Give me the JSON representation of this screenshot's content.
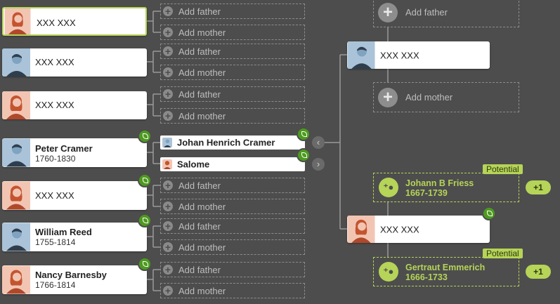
{
  "colors": {
    "background": "#4d4d4d",
    "accent_green": "#b6d458",
    "leaf_green": "#4e9a1f",
    "dashed_border": "#8c8c8c",
    "female_avatar": "#f2c5b3",
    "male_avatar": "#aac3d8"
  },
  "left_people": [
    {
      "name": "XXX XXX",
      "dates": "",
      "gender": "female",
      "selected": true,
      "add_father": "Add father",
      "add_mother": "Add mother"
    },
    {
      "name": "XXX XXX",
      "dates": "",
      "gender": "male",
      "add_father": "Add father",
      "add_mother": "Add mother"
    },
    {
      "name": "XXX XXX",
      "dates": "",
      "gender": "female",
      "add_father": "Add father",
      "add_mother": "Add mother"
    },
    {
      "name": "Peter Cramer",
      "dates": "1760-1830",
      "gender": "male",
      "hint_icon": "leaf-hint-icon"
    },
    {
      "name": "XXX XXX",
      "dates": "",
      "gender": "female",
      "hint_icon": "leaf-hint-icon",
      "add_father": "Add father",
      "add_mother": "Add mother"
    },
    {
      "name": "William Reed",
      "dates": "1755-1814",
      "gender": "male",
      "hint_icon": "leaf-hint-icon",
      "add_father": "Add father",
      "add_mother": "Add mother"
    },
    {
      "name": "Nancy Barnesby",
      "dates": "1766-1814",
      "gender": "female",
      "hint_icon": "leaf-hint-icon",
      "add_father": "Add father",
      "add_mother": "Add mother"
    }
  ],
  "children_of_peter": [
    {
      "name": "Johan Henrich Cramer",
      "gender": "male",
      "hint_icon": "leaf-hint-icon"
    },
    {
      "name": "Salome",
      "gender": "female",
      "hint_icon": "leaf-hint-icon"
    }
  ],
  "navigation": {
    "prev_icon": "chevron-left-icon",
    "next_icon": "chevron-right-icon"
  },
  "right_tree": {
    "add_father": "Add father",
    "father": {
      "name": "XXX XXX",
      "gender": "male"
    },
    "add_mother": "Add mother",
    "potential_father": {
      "tag": "Potential",
      "name": "Johann B Friess",
      "dates": "1667-1739",
      "more": "+1"
    },
    "mother": {
      "name": "XXX XXX",
      "gender": "female",
      "hint_icon": "leaf-hint-icon"
    },
    "potential_mother": {
      "tag": "Potential",
      "name": "Gertraut Emmerich",
      "dates": "1666-1733",
      "more": "+1"
    }
  }
}
